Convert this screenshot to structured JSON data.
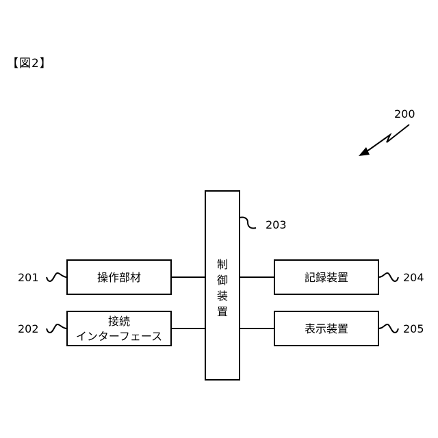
{
  "figure": {
    "title": "【図2】"
  },
  "system": {
    "ref": "200"
  },
  "blocks": {
    "operation": {
      "label": "操作部材",
      "ref": "201"
    },
    "interface": {
      "label_line1": "接続",
      "label_line2": "インターフェース",
      "ref": "202"
    },
    "control": {
      "chars": [
        "制",
        "御",
        "装",
        "置"
      ],
      "ref": "203"
    },
    "recording": {
      "label": "記録装置",
      "ref": "204"
    },
    "display": {
      "label": "表示装置",
      "ref": "205"
    }
  }
}
